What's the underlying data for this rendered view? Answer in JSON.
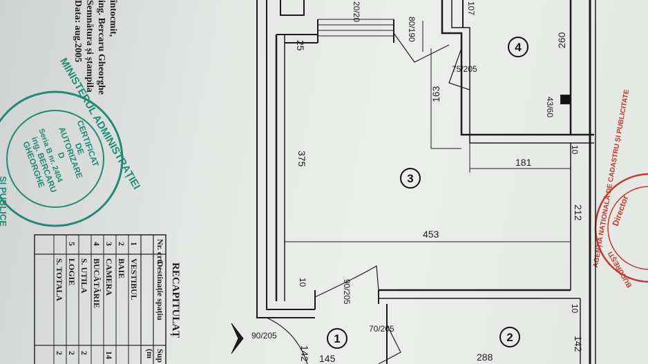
{
  "header_text": {
    "line1": "întocmit,",
    "line2": "ing. Bercaru Gheorghe",
    "line3": "Semnătura și ștampila",
    "line4": "Data: aug.2005"
  },
  "stamp": {
    "text_outer_top": "MINISTERUL ADMINISTRAȚIEI",
    "text_outer_bottom": "ȘI PUBLICE",
    "line1": "CERTIFICAT",
    "line2": "DE",
    "line3": "AUTORIZARE",
    "line4": "D",
    "line5": "Seria B nr. 2404",
    "line6": "ing. BERCARU",
    "line7": "GHEORGHE"
  },
  "stamp_red": {
    "line1": "AGENȚIA NAȚIONALĂ DE CADASTRU ȘI PUBLICITATE",
    "line2": "Director",
    "line3": "BUCUREȘTI"
  },
  "table": {
    "title": "RECAPITULAȚ",
    "headers": [
      "Nr. crt.",
      "Destinație spațiu",
      "Sup"
    ],
    "header_unit": "(m",
    "rows": [
      {
        "nr": "1",
        "name": "VESTIBUL"
      },
      {
        "nr": "2",
        "name": "BAIE"
      },
      {
        "nr": "3",
        "name": "CAMERA"
      },
      {
        "nr": "4",
        "name": "BUCĂTĂRIE"
      },
      {
        "nr": "",
        "name": "S. UTILA"
      },
      {
        "nr": "5",
        "name": "LOGIE"
      },
      {
        "nr": "",
        "name": "S. TOTALA"
      }
    ],
    "partial_values": [
      "",
      "",
      "14",
      "",
      "2",
      "2",
      "2"
    ]
  },
  "plan": {
    "rooms": [
      "4",
      "3",
      "1",
      "2"
    ],
    "dims": {
      "d20_20": "20/20",
      "d107": "107",
      "d80_190": "80/190",
      "d260": "260",
      "d25": "25",
      "d75_205": "75/205",
      "d163": "163",
      "d43_60": "43/60",
      "d10a": "10",
      "d181": "181",
      "d375": "375",
      "d212": "212",
      "d453": "453",
      "d10b": "10",
      "d90_205": "90/205",
      "d10c": "10",
      "d70_205": "70/205",
      "d90_205b": "90/205",
      "d142": "142",
      "d145": "145",
      "d288": "288",
      "d142b": "142"
    }
  }
}
